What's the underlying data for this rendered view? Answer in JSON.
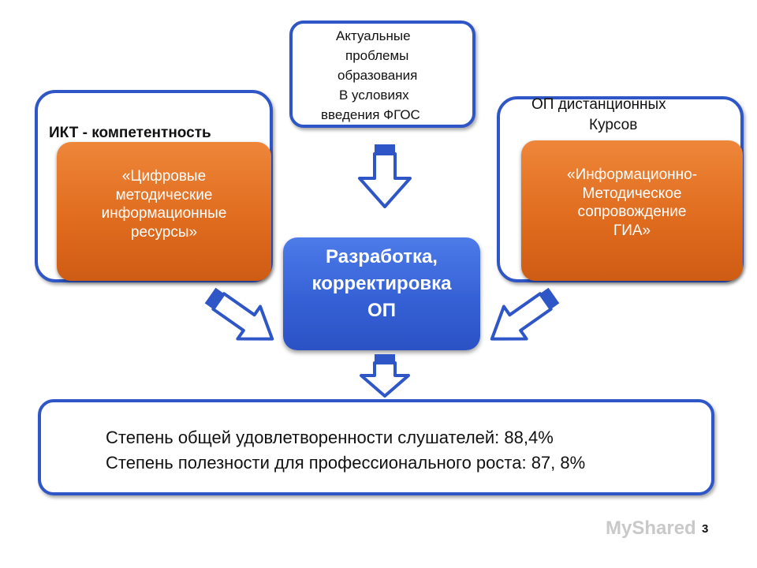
{
  "top_box": {
    "lines": [
      "Актуальные",
      "проблемы",
      "образования",
      "В условиях",
      "введения ФГОС"
    ]
  },
  "left_panel": {
    "caption": "ИКТ - компетентность",
    "orange_lines": [
      "«Цифровые",
      "методические",
      "информационные",
      "ресурсы»"
    ]
  },
  "right_panel": {
    "caption_lines": [
      "ОП дистанционных",
      "Курсов"
    ],
    "orange_lines": [
      "«Информационно-",
      "Методическое",
      "сопровождение",
      "ГИА»"
    ]
  },
  "center": {
    "lines": [
      "Разработка,",
      "корректировка",
      "ОП"
    ]
  },
  "results": {
    "line1": "Степень общей удовлетворенности слушателей: 88,4%",
    "line2": "Степень полезности для профессионального роста: 87, 8%"
  },
  "footer": {
    "watermark": "MyShared",
    "page_number": "3"
  },
  "colors": {
    "border_blue": "#2f56c6",
    "orange": "#e06c1f",
    "center_blue": "#3561d6",
    "text": "#111111",
    "watermark": "#c9c9c9"
  }
}
